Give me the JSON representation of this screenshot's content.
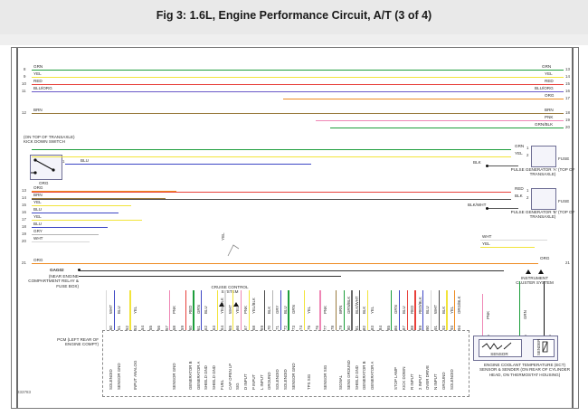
{
  "header": {
    "title": "Fig 3: 1.6L, Engine Performance Circuit, A/T (3 of 4)"
  },
  "diagram": {
    "id_number": "333783",
    "left_wires": [
      {
        "pin": "8",
        "label": "GRN"
      },
      {
        "pin": "9",
        "label": "YEL"
      },
      {
        "pin": "10",
        "label": "RED"
      },
      {
        "pin": "11",
        "label": "BLU/ORG"
      },
      {
        "pin": "12",
        "label": "BRN"
      },
      {
        "pin": "13",
        "label": "ORG"
      },
      {
        "pin": "14",
        "label": "BRN"
      },
      {
        "pin": "15",
        "label": "YEL"
      },
      {
        "pin": "16",
        "label": "BLU"
      },
      {
        "pin": "17",
        "label": "YEL"
      },
      {
        "pin": "18",
        "label": "BLU"
      },
      {
        "pin": "19",
        "label": "GRY"
      },
      {
        "pin": "20",
        "label": "WHT"
      },
      {
        "pin": "21",
        "label": "ORG"
      }
    ],
    "right_wires": [
      {
        "pin": "13",
        "label": "GRN"
      },
      {
        "pin": "14",
        "label": "YEL"
      },
      {
        "pin": "15",
        "label": "RED"
      },
      {
        "pin": "16",
        "label": "BLU/ORG"
      },
      {
        "pin": "17",
        "label": "ORG"
      },
      {
        "pin": "18",
        "label": "BRN"
      },
      {
        "pin": "19",
        "label": "PNK"
      },
      {
        "pin": "20",
        "label": "GRN/BLK"
      },
      {
        "pin": "21",
        "label": "ORG"
      }
    ],
    "kick_down_switch": {
      "caption": "(ON TOP OF TRANSAXLE) KICK DOWN SWITCH",
      "out_pin": "1",
      "out_wire": "BLU",
      "gnd_wire": "ORG"
    },
    "ground": {
      "name": "GAG02",
      "caption": "(NEAR ENGINE COMPARTMENT RELAY & FUSE BOX)"
    },
    "cruise_control": {
      "label": "CRUISE CONTROL SYSTEM",
      "feed_wire": "YEL"
    },
    "instrument_cluster": {
      "label": "INSTRUMENT CLUSTER SYSTEM"
    },
    "pulse_generator_a": {
      "caption": "PULSE GENERATOR 'A' (TOP OF TRANSAXLE)",
      "terminals": [
        {
          "wire": "GRN",
          "pin": "1"
        },
        {
          "wire": "YEL",
          "pin": "2"
        }
      ],
      "shield_wire": "BLK",
      "shield_note": "FUSE"
    },
    "pulse_generator_b": {
      "caption": "PULSE GENERATOR 'B' (TOP OF TRANSAXLE)",
      "terminals": [
        {
          "wire": "RED",
          "pin": "1"
        },
        {
          "wire": "BLK",
          "pin": "2"
        }
      ],
      "shield_wire": "BLK/WHT",
      "shield_note": "FUSE"
    },
    "ect": {
      "caption": "ENGINE COOLANT TEMPERATURE (ECT) SENSOR & SENDER (ON REAR OF CYLINDER HEAD, ON THERMOSTAT HOUSING)",
      "sensor_label": "SENSOR",
      "sender_label": "SENDER",
      "legs": [
        {
          "wire": "PNK",
          "pin": "1 RCA"
        },
        {
          "wire": "GRN",
          "pin": "3 RCA"
        },
        {
          "wire": "",
          "pin": "2 RCA"
        }
      ]
    },
    "right_mid_wires": [
      {
        "label": "WHT"
      },
      {
        "label": "YEL"
      },
      {
        "label": "ORG"
      }
    ],
    "pcm": {
      "caption": "PCM (LEFT REAR OF ENGINE COMPT)",
      "pins": [
        {
          "num": "50",
          "wire": "WHT",
          "func": "SOLENOID"
        },
        {
          "num": "51",
          "wire": "BLU",
          "func": "SENSOR GND"
        },
        {
          "num": "52",
          "wire": "",
          "func": ""
        },
        {
          "num": "53",
          "wire": "YEL",
          "func": "INPUT ANALOG"
        },
        {
          "num": "54",
          "wire": "",
          "func": ""
        },
        {
          "num": "55",
          "wire": "",
          "func": ""
        },
        {
          "num": "56",
          "wire": "",
          "func": ""
        },
        {
          "num": "57",
          "wire": "",
          "func": ""
        },
        {
          "num": "58",
          "wire": "PNK",
          "func": "SENSOR GND"
        },
        {
          "num": "59",
          "wire": "",
          "func": ""
        },
        {
          "num": "60",
          "wire": "RED",
          "func": "GENERATOR B"
        },
        {
          "num": "61",
          "wire": "GRN",
          "func": "GENERATOR A"
        },
        {
          "num": "62",
          "wire": "BLU",
          "func": "SHIELD GND"
        },
        {
          "num": "63",
          "wire": "",
          "func": "SHIELD GND"
        },
        {
          "num": "64",
          "wire": "YEL/BLK",
          "func": "FUEL"
        },
        {
          "num": "65",
          "wire": "WHT",
          "func": "CAP OPEN LP"
        },
        {
          "num": "66",
          "wire": "YEL",
          "func": "SIG"
        },
        {
          "num": "67",
          "wire": "PNK",
          "func": "D INPUT"
        },
        {
          "num": "68",
          "wire": "YEL/BLK",
          "func": "P INPUT"
        },
        {
          "num": "69",
          "wire": "",
          "func": "L INPUT"
        },
        {
          "num": "70",
          "wire": "BLK",
          "func": "GROUND"
        },
        {
          "num": "71",
          "wire": "GRY",
          "func": "SOLENOID"
        },
        {
          "num": "72",
          "wire": "BLU",
          "func": "SOLENOID"
        },
        {
          "num": "73",
          "wire": "GRN",
          "func": "SENSOR GND"
        },
        {
          "num": "74",
          "wire": "",
          "func": ""
        },
        {
          "num": "75",
          "wire": "YEL",
          "func": "TPS SIG"
        },
        {
          "num": "76",
          "wire": "",
          "func": ""
        },
        {
          "num": "77",
          "wire": "PNK",
          "func": "SENSOR SIG"
        },
        {
          "num": "78",
          "wire": "",
          "func": ""
        },
        {
          "num": "79",
          "wire": "BRN",
          "func": "SIGNAL"
        },
        {
          "num": "80",
          "wire": "GRN/BLK",
          "func": "SENS GROUND"
        },
        {
          "num": "81",
          "wire": "BLK/WHT",
          "func": "SHIELD GND"
        },
        {
          "num": "82",
          "wire": "BLK",
          "func": "GENERATOR B"
        },
        {
          "num": "83",
          "wire": "YEL",
          "func": "GENERATOR A"
        },
        {
          "num": "84",
          "wire": "",
          "func": ""
        },
        {
          "num": "85",
          "wire": "",
          "func": ""
        },
        {
          "num": "86",
          "wire": "GRN",
          "func": "STOP LAMP"
        },
        {
          "num": "87",
          "wire": "BLU",
          "func": "KICK DOWN"
        },
        {
          "num": "88",
          "wire": "RED",
          "func": "R INPUT"
        },
        {
          "num": "89",
          "wire": "RED/BLK",
          "func": "2 INPUT"
        },
        {
          "num": "90",
          "wire": "BLU",
          "func": "OVER DRIVE"
        },
        {
          "num": "91",
          "wire": "WHT",
          "func": "N INPUT"
        },
        {
          "num": "92",
          "wire": "BLK",
          "func": "GROUND"
        },
        {
          "num": "93",
          "wire": "YEL",
          "func": "SOLENOID"
        },
        {
          "num": "94",
          "wire": "ORG/BLK",
          "func": ""
        }
      ]
    }
  }
}
